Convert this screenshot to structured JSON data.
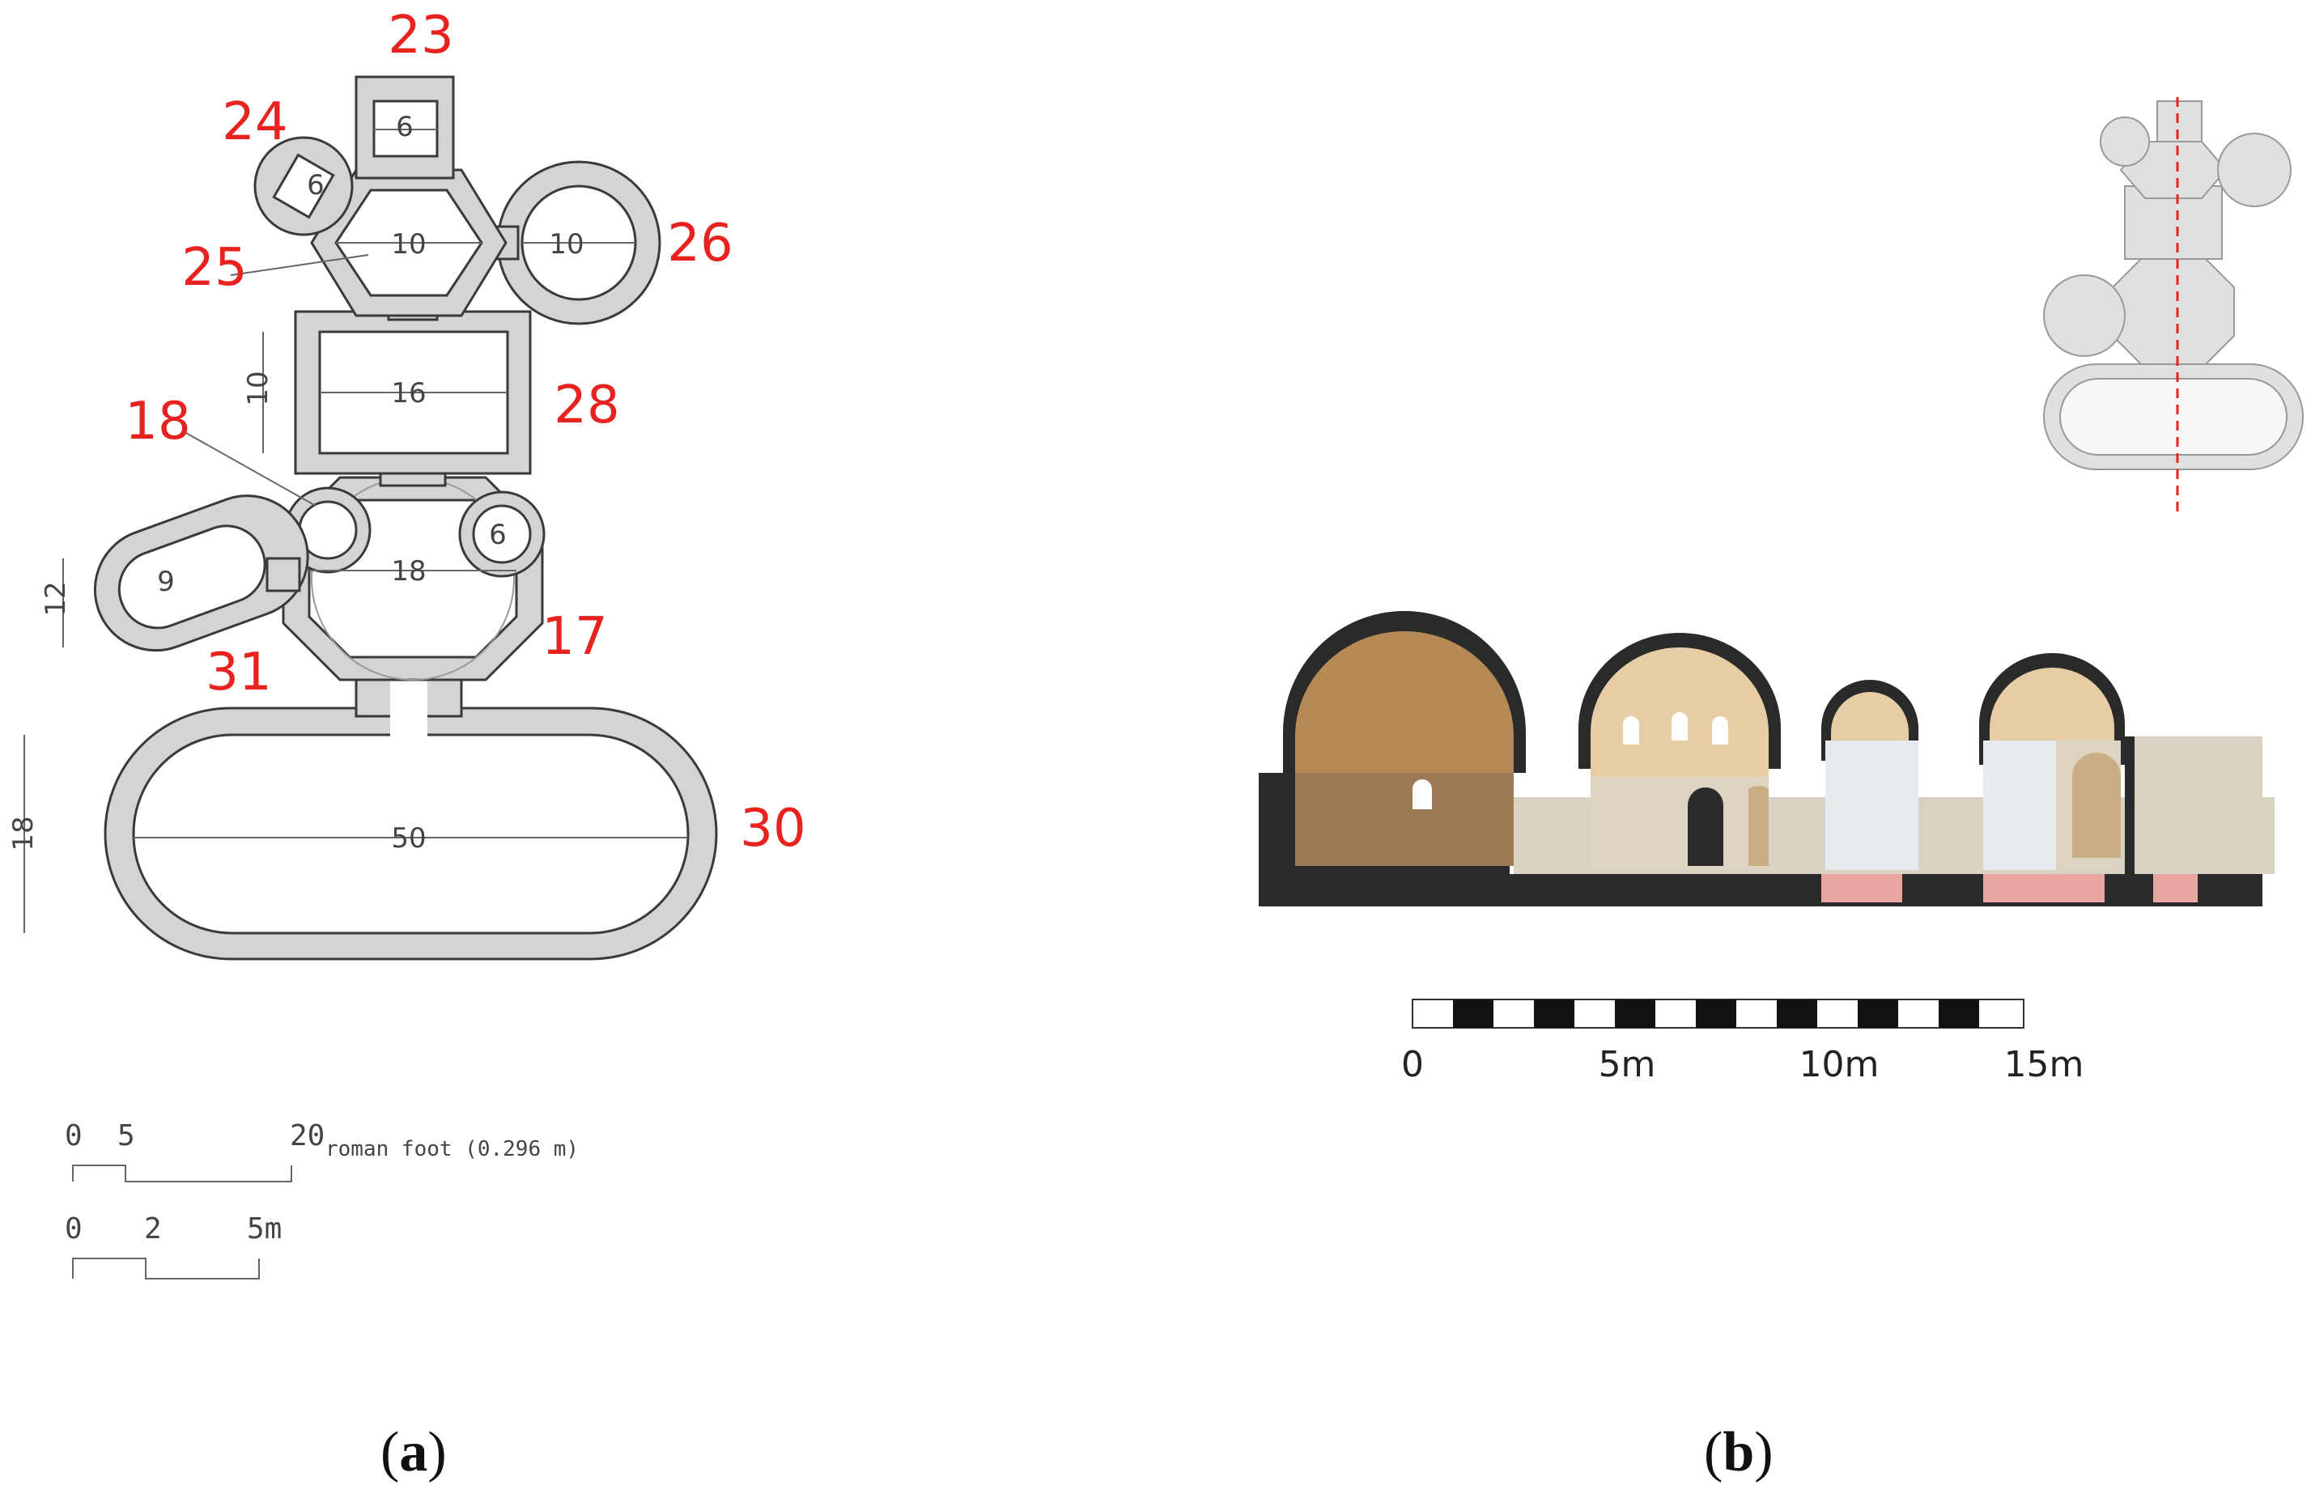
{
  "plan": {
    "rooms": [
      {
        "key": "23",
        "label": "23"
      },
      {
        "key": "24",
        "label": "24"
      },
      {
        "key": "25",
        "label": "25"
      },
      {
        "key": "26",
        "label": "26"
      },
      {
        "key": "28",
        "label": "28"
      },
      {
        "key": "18",
        "label": "18"
      },
      {
        "key": "17",
        "label": "17"
      },
      {
        "key": "31",
        "label": "31"
      },
      {
        "key": "30",
        "label": "30"
      }
    ],
    "dimensions": {
      "d23": "6",
      "d24": "6",
      "d25": "10",
      "d26": "10",
      "d28w": "16",
      "d28h": "10",
      "d17": "18",
      "d18": "6",
      "d31a": "9",
      "d31b": "12",
      "d30w": "50",
      "d30h": "18"
    },
    "scale_foot": {
      "ticks": [
        "0",
        "5",
        "20"
      ],
      "unit": "roman foot (0.296 m)"
    },
    "scale_m": {
      "ticks": [
        "0",
        "2",
        "5m"
      ]
    }
  },
  "section": {
    "scale": {
      "ticks": [
        "0",
        "5m",
        "10m",
        "15m"
      ]
    }
  },
  "panels": {
    "a": {
      "open": "(",
      "letter": "a",
      "close": ")"
    },
    "b": {
      "open": "(",
      "letter": "b",
      "close": ")"
    }
  },
  "colors": {
    "room_label": "#e8231f",
    "wall_fill": "#d4d4d4",
    "outline": "#3a3a3a",
    "section_dark": "#2a2a2a",
    "dome_interior": "#e8cfa8",
    "hypocaust": "#e9a7a2"
  }
}
